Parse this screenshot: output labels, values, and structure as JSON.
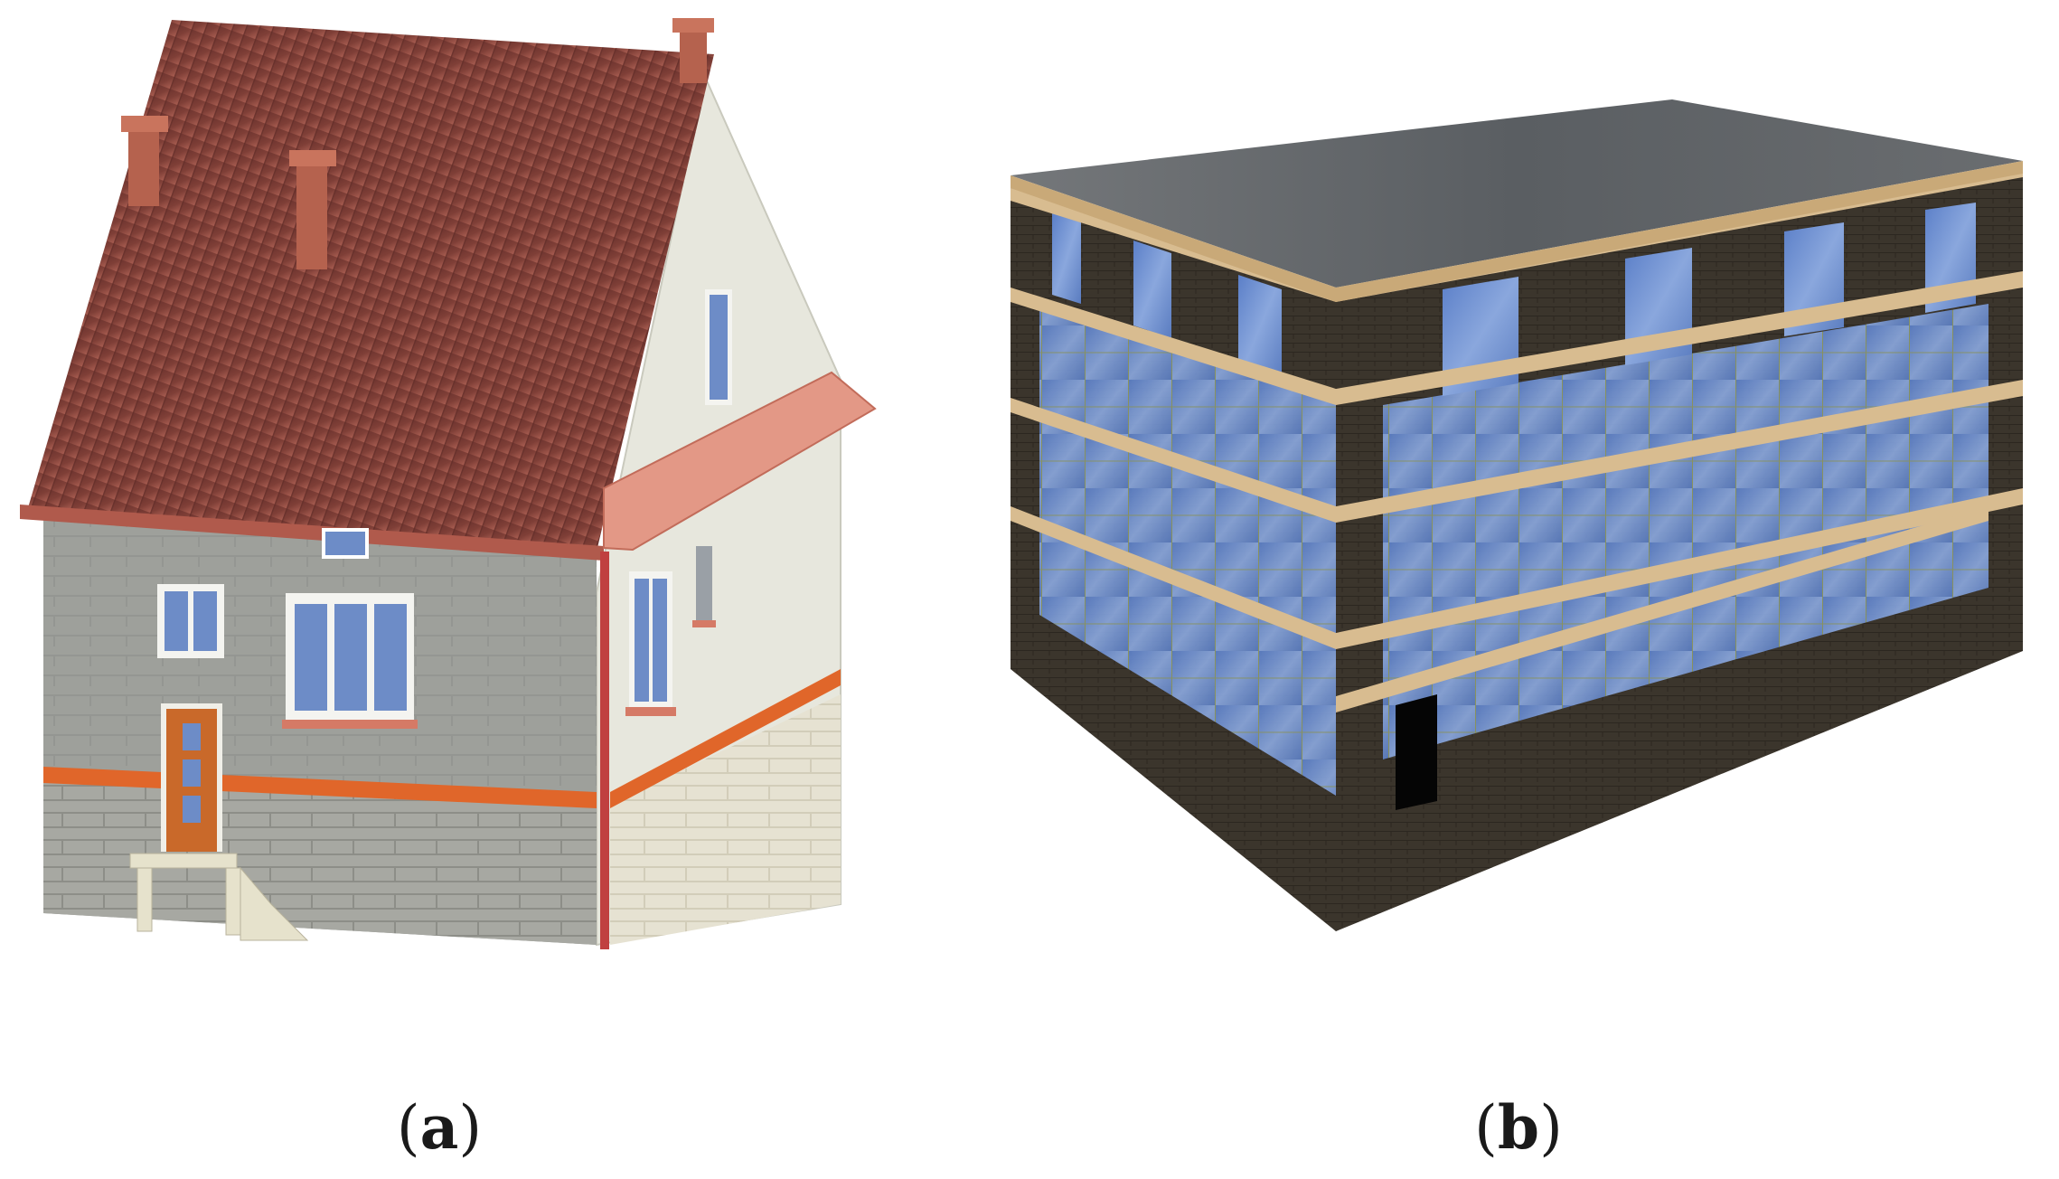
{
  "panels": [
    {
      "id": "a",
      "letter": "a",
      "open": "(",
      "close": ")"
    },
    {
      "id": "b",
      "letter": "b",
      "open": "(",
      "close": ")"
    }
  ],
  "colors": {
    "roof_house": "#7a3c35",
    "roof_house_light": "#a3544a",
    "gutter": "#d9826c",
    "house_wall_grey": "#9a9c98",
    "house_gable": "#e6e6dc",
    "house_plinth": "#e2dfcf",
    "orange_band": "#e0662a",
    "door": "#c9692a",
    "window_glass": "#6d8cc7",
    "office_roof": "#5e6266",
    "office_wall": "#3a342c",
    "office_band": "#d8bc90",
    "office_glass": "#6b8fd0"
  }
}
